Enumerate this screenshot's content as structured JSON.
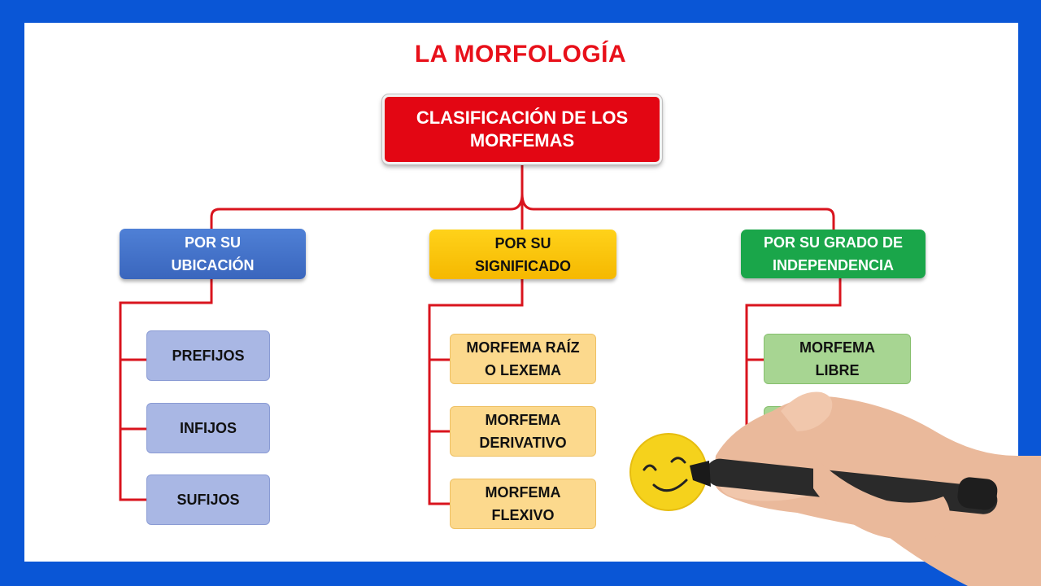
{
  "title": "LA MORFOLOGÍA",
  "root": {
    "line1": "CLASIFICACIÓN DE LOS",
    "line2": "MORFEMAS"
  },
  "categories": [
    {
      "line1": "POR SU",
      "line2": "UBICACIÓN"
    },
    {
      "line1": "POR SU",
      "line2": "SIGNIFICADO"
    },
    {
      "line1": "POR SU GRADO DE",
      "line2": "INDEPENDENCIA"
    }
  ],
  "ubicacion": [
    "PREFIJOS",
    "INFIJOS",
    "SUFIJOS"
  ],
  "significado": [
    {
      "line1": "MORFEMA RAÍZ",
      "line2": "O LEXEMA"
    },
    {
      "line1": "MORFEMA",
      "line2": "DERIVATIVO"
    },
    {
      "line1": "MORFEMA",
      "line2": "FLEXIVO"
    }
  ],
  "independencia": [
    {
      "line1": "MORFEMA",
      "line2": "LIBRE"
    }
  ],
  "colors": {
    "background": "#0a56d6",
    "title": "#e8101a",
    "root": "#e30613",
    "connector": "#d9141e",
    "ubicacion": "#3f6fcb",
    "significado": "#f9c30a",
    "independencia": "#1aa64a"
  },
  "icons": [
    "smiley-face-icon",
    "hand-holding-marker-icon"
  ]
}
